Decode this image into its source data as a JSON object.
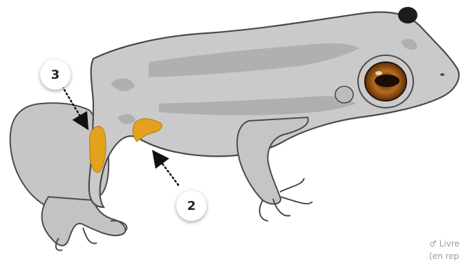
{
  "callouts": [
    {
      "id": "3",
      "label": "3"
    },
    {
      "id": "2",
      "label": "2"
    }
  ],
  "caption": {
    "line1": "♂ Livre",
    "line2": "(en rep"
  },
  "colors": {
    "body": "#c9c9c9",
    "outline": "#4a4a4a",
    "spots": "#9d9d9d",
    "stripe": "#8e8e8e",
    "flash": "#e2a21e",
    "iris": "#b86b1c"
  },
  "icons": {
    "arrow": "dotted-arrow-icon"
  }
}
